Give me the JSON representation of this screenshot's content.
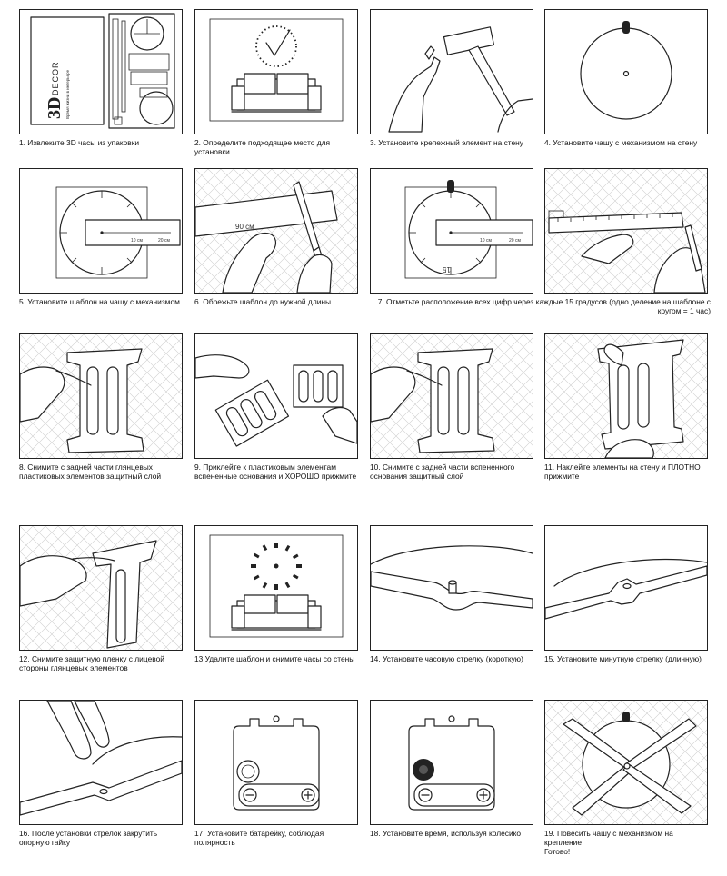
{
  "brand": {
    "logo_main": "3D",
    "logo_sub": "DECOR",
    "slogan": "Время жизни в интерьере"
  },
  "steps": [
    {
      "n": 1,
      "text": "1. Извлеките 3D часы из упаковки"
    },
    {
      "n": 2,
      "text": "2. Определите подходящее место для установки"
    },
    {
      "n": 3,
      "text": "3. Установите крепежный элемент на стену"
    },
    {
      "n": 4,
      "text": "4. Установите чашу с механизмом на стену"
    },
    {
      "n": 5,
      "text": "5. Установите шаблон на чашу с механизмом",
      "ruler": [
        "10 см",
        "20 см"
      ]
    },
    {
      "n": 6,
      "text": "6. Обрежьте шаблон до нужной длины",
      "mark": "90 см"
    },
    {
      "n": 7,
      "text": "7. Отметьте расположение всех цифр через каждые 15 градусов (одно деление на шаблоне с кругом = 1 час)",
      "ruler": [
        "10 см",
        "20 см"
      ],
      "mark": "15"
    },
    {
      "n": 8,
      "text": "8. Снимите с задней части глянцевых пластиковых элементов защитный слой"
    },
    {
      "n": 9,
      "text": "9. Приклейте к пластиковым элементам вспененные основания и ХОРОШО прижмите"
    },
    {
      "n": 10,
      "text": "10. Снимите с задней части вспененного основания защитный слой"
    },
    {
      "n": 11,
      "text": "11. Наклейте элементы на стену и ПЛОТНО прижмите"
    },
    {
      "n": 12,
      "text": "12. Снимите защитную пленку с лицевой стороны глянцевых элементов"
    },
    {
      "n": 13,
      "text": "13.Удалите шаблон и снимите часы со стены"
    },
    {
      "n": 14,
      "text": "14. Установите часовую стрелку (короткую)"
    },
    {
      "n": 15,
      "text": "15. Установите минутную стрелку (длинную)"
    },
    {
      "n": 16,
      "text": "16. После установки стрелок закрутить опорную гайку"
    },
    {
      "n": 17,
      "text": "17. Установите батарейку, соблюдая полярность"
    },
    {
      "n": 18,
      "text": "18. Установите время, используя колесико"
    },
    {
      "n": 19,
      "text": "19. Повесить чашу с механизмом на крепление\nГотово!"
    }
  ],
  "colors": {
    "line": "#222222",
    "background": "#ffffff",
    "hatch": "#cfcfcf"
  }
}
